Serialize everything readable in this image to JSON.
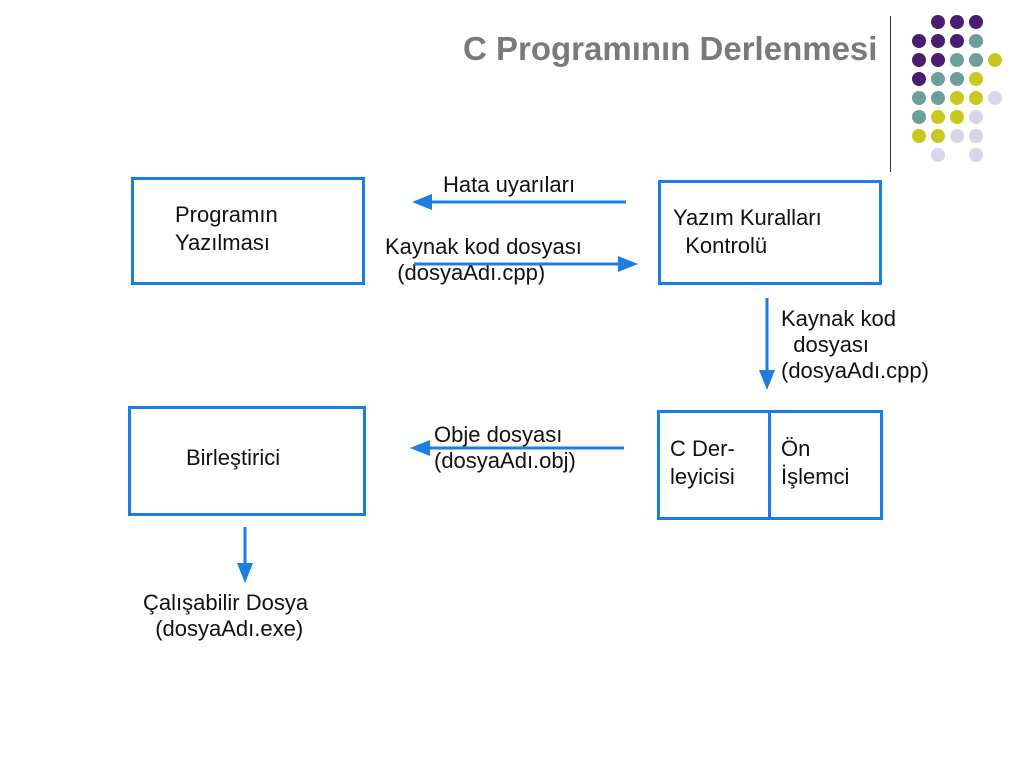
{
  "slide": {
    "title": "C Programının Derlenmesi"
  },
  "colors": {
    "box_border": "#1a7fe0",
    "arrow": "#1a7fe0",
    "title": "#7a7a7a",
    "dot_purple": "#4a1e6e",
    "dot_teal": "#6e9e9c",
    "dot_yellow": "#c9c81e",
    "dot_lavender": "#d6d6e8"
  },
  "boxes": {
    "program_writing": "Programın\nYazılması",
    "syntax_check": "Yazım Kuralları\n  Kontrolü",
    "linker": "Birleştirici",
    "compiler": "C Der-\nleyicisi",
    "preprocessor": "Ön\nİşlemci"
  },
  "labels": {
    "errors": "Hata uyarıları",
    "source_file_top": "Kaynak kod dosyası\n  (dosyaAdı.cpp)",
    "source_file_right": "Kaynak kod\n  dosyası\n(dosyaAdı.cpp)",
    "object_file": "Obje dosyası\n(dosyaAdı.obj)",
    "executable": "Çalışabilir Dosya\n  (dosyaAdı.exe)"
  }
}
